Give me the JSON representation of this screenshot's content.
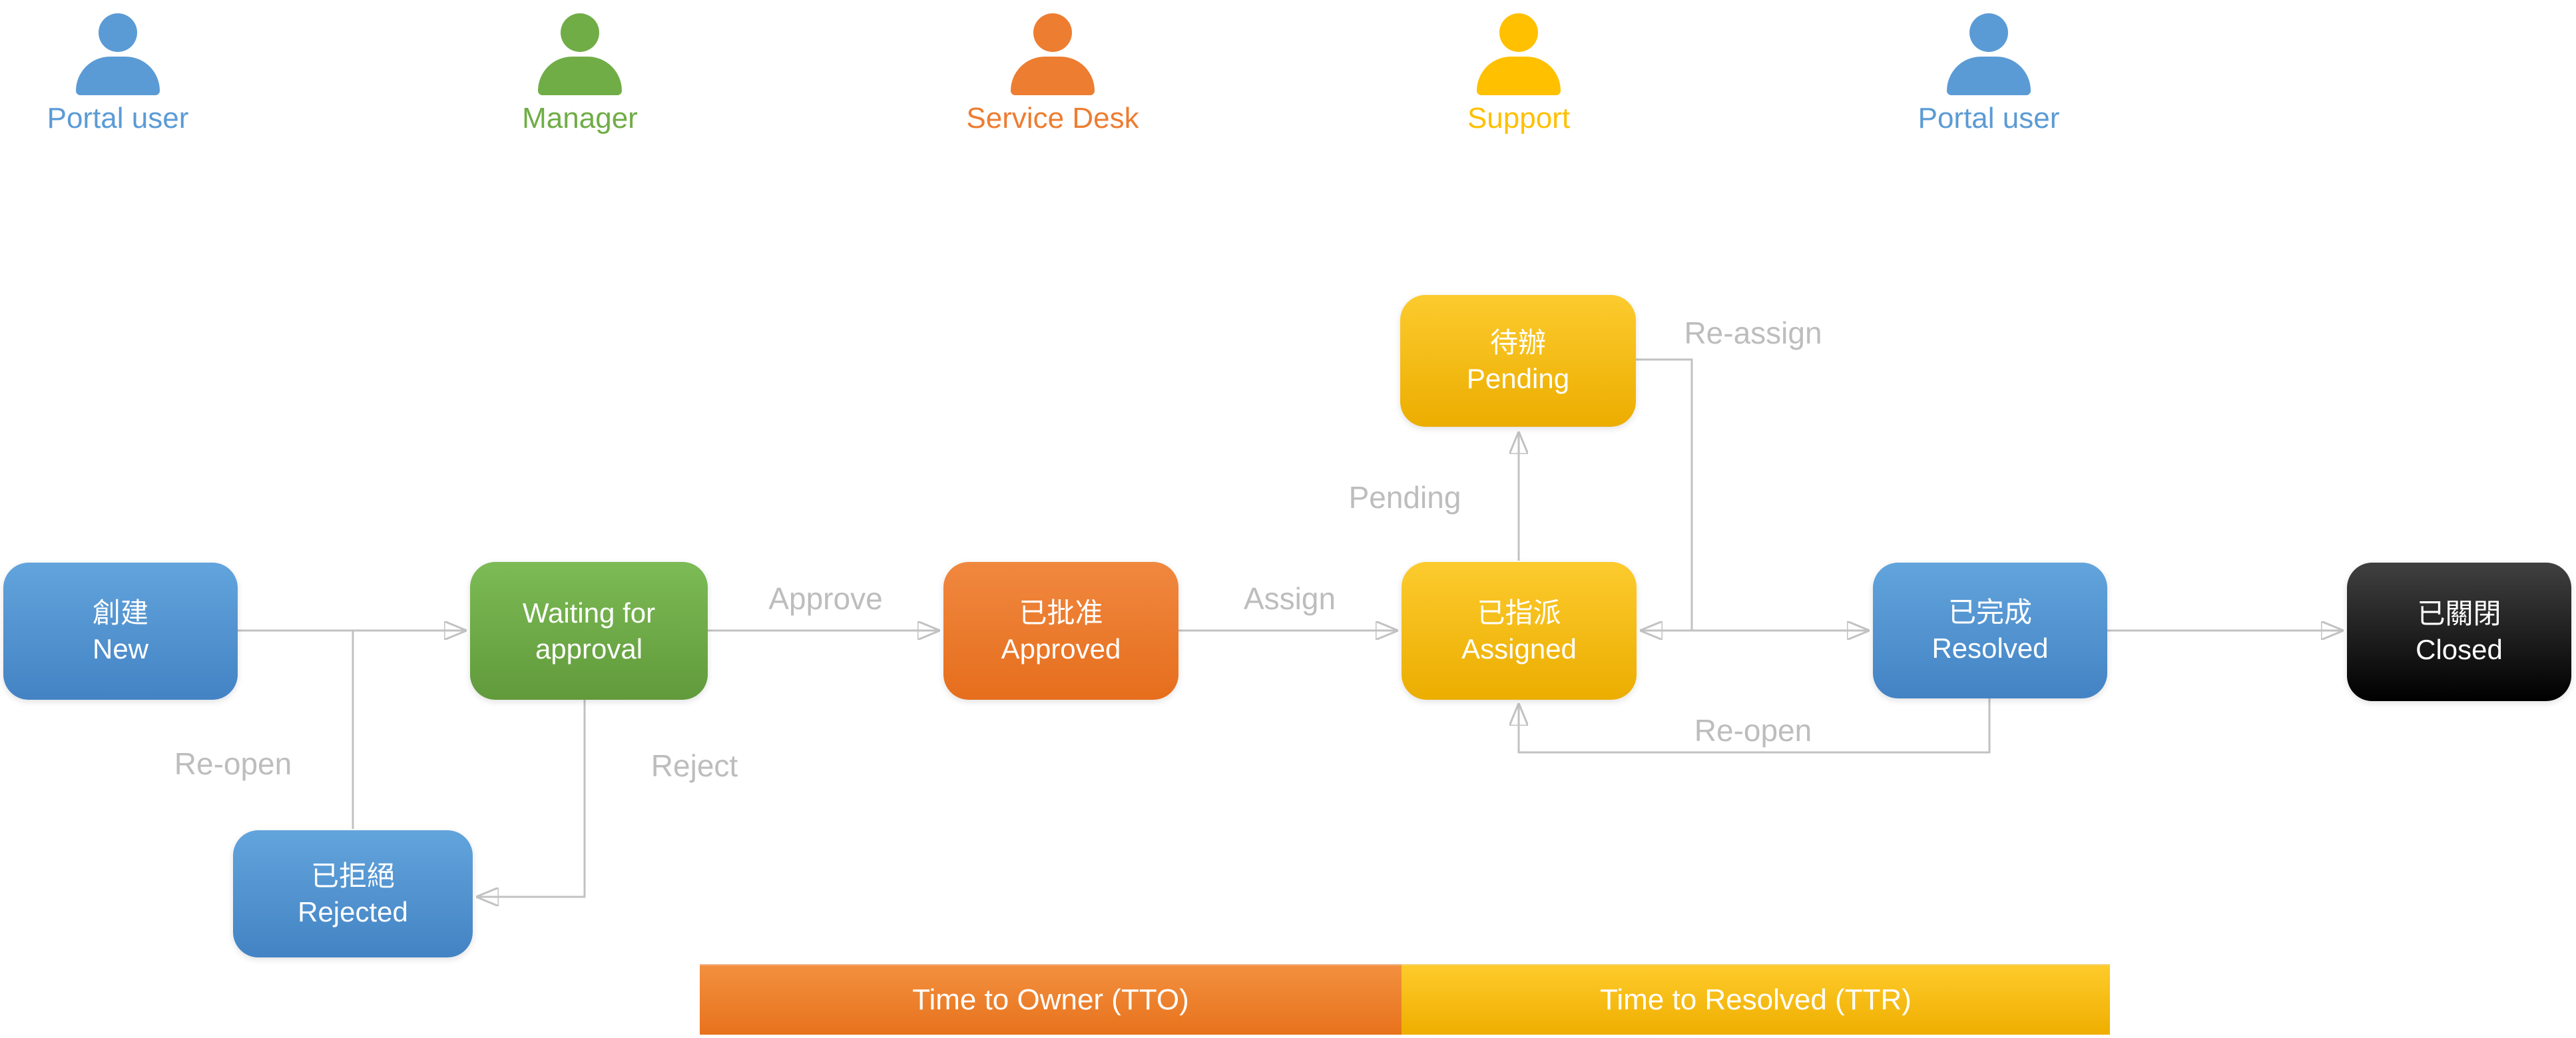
{
  "palette": {
    "blue": {
      "top": "#62A4DC",
      "bottom": "#4383C4",
      "solid": "#5B9BD5"
    },
    "green": {
      "top": "#7CBB55",
      "bottom": "#619A3B",
      "solid": "#70AD47"
    },
    "orange": {
      "top": "#F0883F",
      "bottom": "#E66E1D",
      "solid": "#ED7D31"
    },
    "yellow": {
      "top": "#FCCB2E",
      "bottom": "#ECAD00",
      "solid": "#FFC000"
    },
    "black": {
      "top": "#404040",
      "bottom": "#000000",
      "solid": "#111111"
    },
    "tto": {
      "top": "#F2903F",
      "bottom": "#E8721C"
    },
    "ttr": {
      "top": "#FECB2B",
      "bottom": "#EFAE00"
    },
    "line_gray": "#C2C2C2",
    "arrow_gray": "#B0B0B0",
    "label_gray": "#BDBDBD"
  },
  "actors": [
    {
      "label": "Portal user"
    },
    {
      "label": "Manager"
    },
    {
      "label": "Service Desk"
    },
    {
      "label": "Support"
    },
    {
      "label": "Portal user"
    }
  ],
  "states": [
    {
      "line1": "創建",
      "line2": "New"
    },
    {
      "line1": "Waiting for",
      "line2": "approval"
    },
    {
      "line1": "已批准",
      "line2": "Approved"
    },
    {
      "line1": "已指派",
      "line2": "Assigned"
    },
    {
      "line1": "待辦",
      "line2": "Pending"
    },
    {
      "line1": "已完成",
      "line2": "Resolved"
    },
    {
      "line1": "已關閉",
      "line2": "Closed"
    },
    {
      "line1": "已拒絕",
      "line2": "Rejected"
    }
  ],
  "edge_labels": {
    "approve": "Approve",
    "assign": "Assign",
    "pending": "Pending",
    "reassign": "Re-assign",
    "reopen_from_rejected": "Re-open",
    "reopen_from_resolved": "Re-open",
    "reject": "Reject"
  },
  "timeline": [
    {
      "label": "Time to Owner (TTO)"
    },
    {
      "label": "Time to Resolved (TTR)"
    }
  ]
}
